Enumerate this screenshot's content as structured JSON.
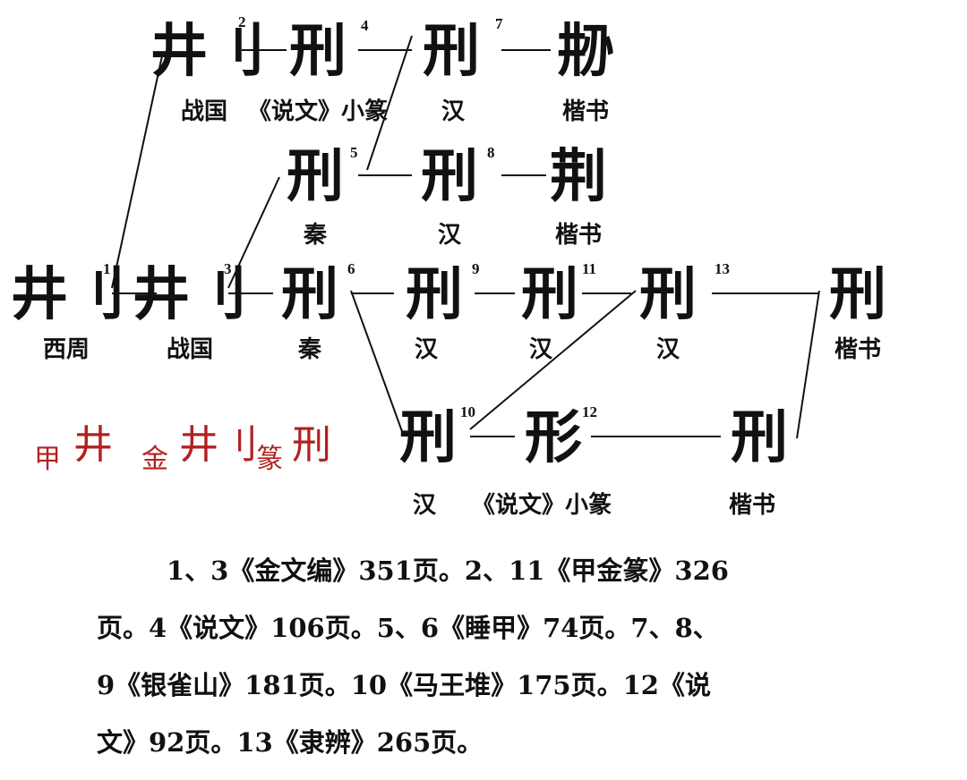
{
  "colors": {
    "ink": "#111111",
    "source_red": "#b32020"
  },
  "nodes": [
    {
      "id": "2",
      "glyph": "井刂",
      "era": "战国",
      "num": "2"
    },
    {
      "id": "4",
      "glyph": "刑",
      "era": "《说文》小篆",
      "num": "4"
    },
    {
      "id": "7",
      "glyph": "刑",
      "era": "汉",
      "num": "7"
    },
    {
      "id": "k1",
      "glyph": "刱",
      "era": "楷书",
      "num": ""
    },
    {
      "id": "5",
      "glyph": "刑",
      "era": "秦",
      "num": "5"
    },
    {
      "id": "8",
      "glyph": "刑",
      "era": "汉",
      "num": "8"
    },
    {
      "id": "k2",
      "glyph": "荆",
      "era": "楷书",
      "num": ""
    },
    {
      "id": "1",
      "glyph": "井刂",
      "era": "西周",
      "num": "1"
    },
    {
      "id": "3",
      "glyph": "井刂",
      "era": "战国",
      "num": "3"
    },
    {
      "id": "6",
      "glyph": "刑",
      "era": "秦",
      "num": "6"
    },
    {
      "id": "9",
      "glyph": "刑",
      "era": "汉",
      "num": "9"
    },
    {
      "id": "11",
      "glyph": "刑",
      "era": "汉",
      "num": "11"
    },
    {
      "id": "13",
      "glyph": "刑",
      "era": "汉",
      "num": "13"
    },
    {
      "id": "k3",
      "glyph": "刑",
      "era": "楷书",
      "num": ""
    },
    {
      "id": "10",
      "glyph": "刑",
      "era": "汉",
      "num": "10"
    },
    {
      "id": "12",
      "glyph": "形",
      "era": "《说文》小篆",
      "num": "12"
    },
    {
      "id": "k4",
      "glyph": "刑",
      "era": "楷书",
      "num": ""
    }
  ],
  "edges": [
    [
      "1",
      "2"
    ],
    [
      "2",
      "4"
    ],
    [
      "4",
      "7"
    ],
    [
      "7",
      "k1"
    ],
    [
      "1",
      "3"
    ],
    [
      "3",
      "5"
    ],
    [
      "5",
      "8"
    ],
    [
      "8",
      "k2"
    ],
    [
      "3",
      "6"
    ],
    [
      "6",
      "9"
    ],
    [
      "9",
      "11"
    ],
    [
      "11",
      "13"
    ],
    [
      "13",
      "k3"
    ],
    [
      "6",
      "10"
    ],
    [
      "10",
      "12"
    ],
    [
      "12",
      "k4"
    ],
    [
      "k4",
      "k3"
    ],
    [
      "7",
      "8"
    ],
    [
      "13",
      "10"
    ]
  ],
  "source_forms": [
    {
      "label": "甲",
      "glyph": "井"
    },
    {
      "label": "金",
      "glyph": "井刂"
    },
    {
      "label": "篆",
      "glyph": "刑"
    }
  ],
  "notes": [
    "1、3《金文编》351页。2、11《甲金篆》326",
    "页。4《说文》106页。5、6《睡甲》74页。7、8、",
    "9《银雀山》181页。10《马王堆》175页。12《说",
    "文》92页。13《隶辨》265页。"
  ]
}
